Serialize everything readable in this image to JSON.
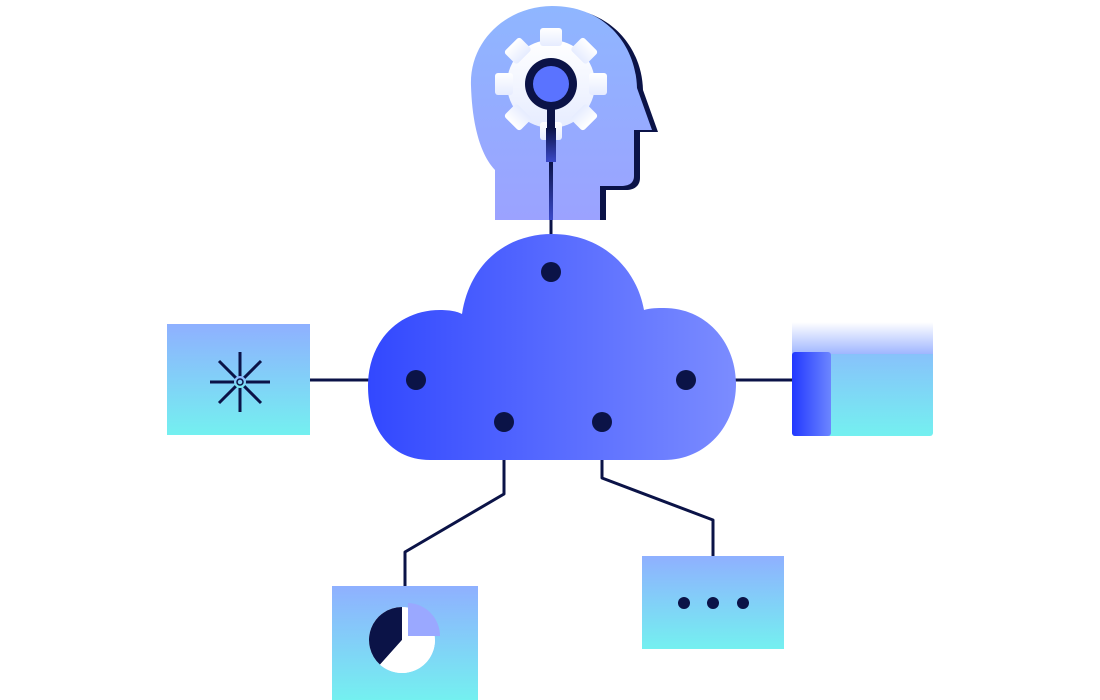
{
  "illustration": {
    "subject": "cloud-network",
    "central_node": "cloud",
    "connected_nodes": [
      "head-with-gear",
      "sparkle-card",
      "window-card",
      "pie-chart-card",
      "ellipsis-card"
    ]
  },
  "icons": {
    "head": "head-with-gear-icon",
    "gear": "gear-icon",
    "cloud": "cloud-icon",
    "sparkle": "sparkle-icon",
    "pie": "pie-chart-icon",
    "ellipsis": "ellipsis-icon",
    "window": "window-icon"
  },
  "colors": {
    "navy": "#0b1347",
    "cloud_left": "#3248ff",
    "cloud_right": "#7b8cff",
    "card_top": "#8fb0ff",
    "card_bottom": "#74f0f0",
    "head_top": "#8fb6ff",
    "head_bottom": "#9aa2ff",
    "accent_blue": "#2b3cff"
  }
}
